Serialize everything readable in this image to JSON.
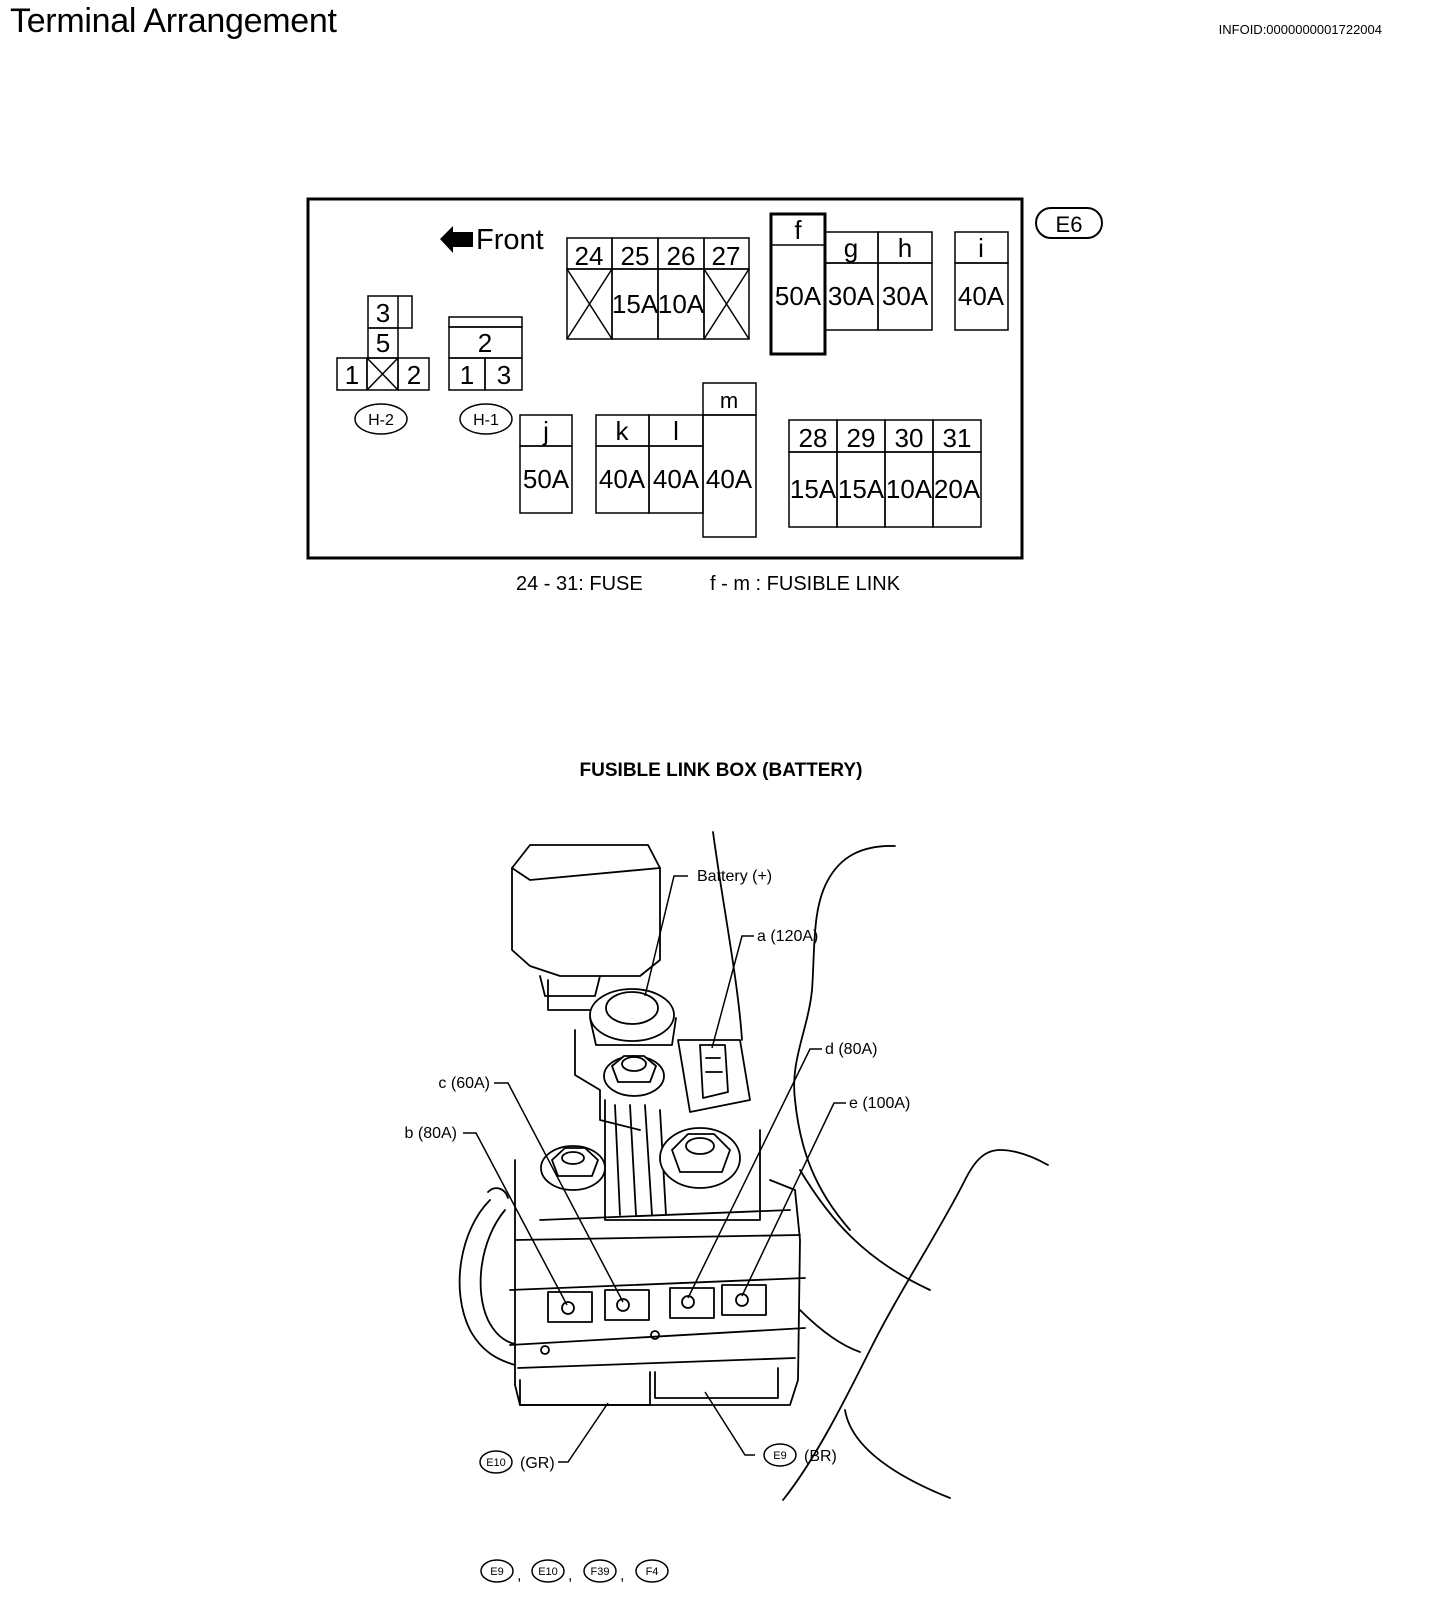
{
  "header": {
    "title": "Terminal Arrangement",
    "info_id": "INFOID:0000000001722004"
  },
  "fuse_box": {
    "connector_label": "E6",
    "front_label": "Front",
    "relay_h2": {
      "label": "H-2",
      "terminals": [
        "3",
        "5",
        "1",
        "2"
      ]
    },
    "relay_h1": {
      "label": "H-1",
      "terminals": [
        "2",
        "1",
        "3"
      ]
    },
    "fuses_top": [
      {
        "id": "24",
        "rating": ""
      },
      {
        "id": "25",
        "rating": "15A"
      },
      {
        "id": "26",
        "rating": "10A"
      },
      {
        "id": "27",
        "rating": ""
      }
    ],
    "links_top": [
      {
        "id": "f",
        "rating": "50A"
      },
      {
        "id": "g",
        "rating": "30A"
      },
      {
        "id": "h",
        "rating": "30A"
      },
      {
        "id": "i",
        "rating": "40A"
      }
    ],
    "links_bottom": [
      {
        "id": "j",
        "rating": "50A"
      },
      {
        "id": "k",
        "rating": "40A"
      },
      {
        "id": "l",
        "rating": "40A"
      },
      {
        "id": "m",
        "rating": "40A"
      }
    ],
    "fuses_bottom": [
      {
        "id": "28",
        "rating": "15A"
      },
      {
        "id": "29",
        "rating": "15A"
      },
      {
        "id": "30",
        "rating": "10A"
      },
      {
        "id": "31",
        "rating": "20A"
      }
    ],
    "legend_fuse": "24 - 31: FUSE",
    "legend_link": "f - m : FUSIBLE LINK"
  },
  "battery_box": {
    "title": "FUSIBLE LINK BOX (BATTERY)",
    "callouts": {
      "battery": "Battery (+)",
      "a": "a (120A)",
      "d": "d (80A)",
      "c": "c (60A)",
      "e": "e (100A)",
      "b": "b (80A)"
    },
    "connector_e10": {
      "badge": "E10",
      "color": "(GR)"
    },
    "connector_e9": {
      "badge": "E9",
      "color": "(BR)"
    },
    "connector_list": [
      "E9",
      "E10",
      "F39",
      "F4"
    ]
  }
}
